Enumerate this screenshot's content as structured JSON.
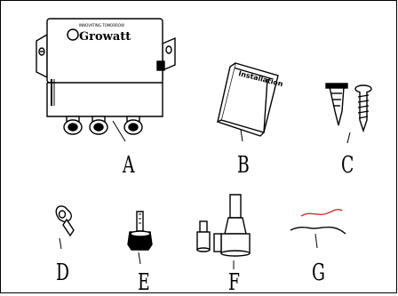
{
  "items": [
    {
      "letter": "A",
      "name": "inverter-box",
      "brand": "Growatt",
      "brand_tagline": "INNOVATING TOMORROW"
    },
    {
      "letter": "B",
      "name": "installation-manual",
      "cover_text": "Installation"
    },
    {
      "letter": "C",
      "name": "wall-anchor-and-screw"
    },
    {
      "letter": "D",
      "name": "ring-terminal"
    },
    {
      "letter": "E",
      "name": "key-lock"
    },
    {
      "letter": "F",
      "name": "cord-end-ferrules"
    },
    {
      "letter": "G",
      "name": "cable-wires",
      "colors": {
        "red": "#d62b2b",
        "black": "#000000"
      }
    }
  ]
}
